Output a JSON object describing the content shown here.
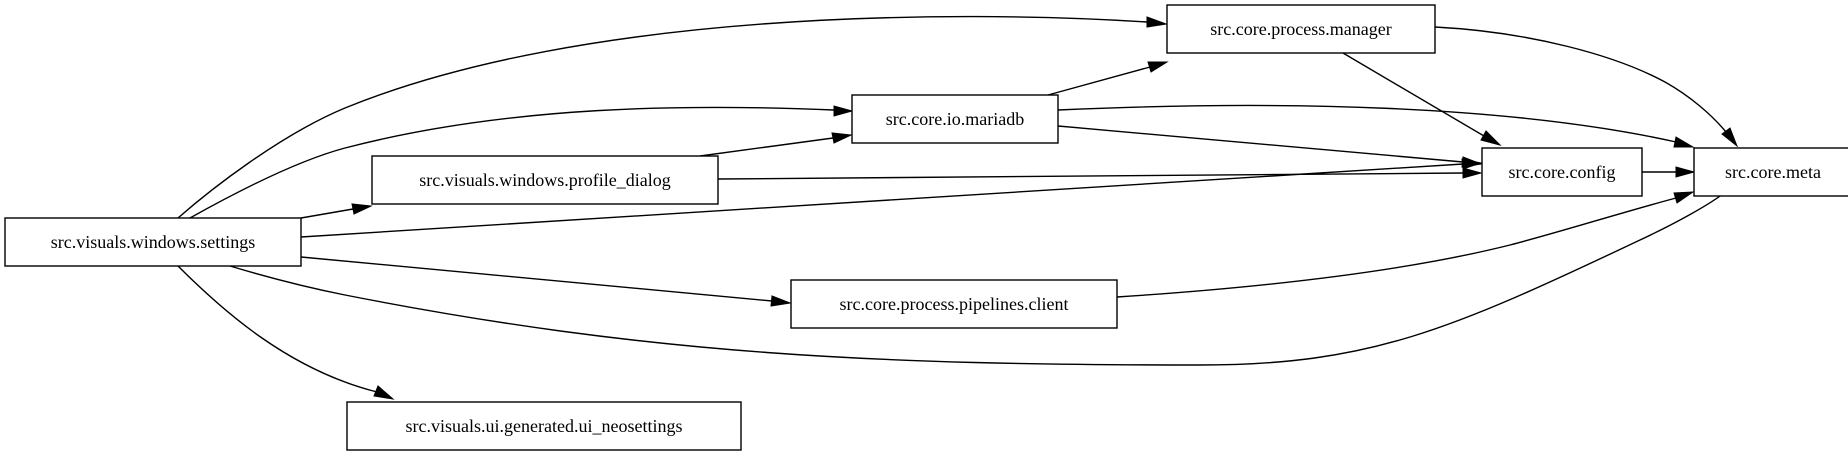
{
  "graph": {
    "nodes": [
      {
        "id": "settings",
        "label": "src.visuals.windows.settings"
      },
      {
        "id": "profile_dialog",
        "label": "src.visuals.windows.profile_dialog"
      },
      {
        "id": "ui_neosettings",
        "label": "src.visuals.ui.generated.ui_neosettings"
      },
      {
        "id": "mariadb",
        "label": "src.core.io.mariadb"
      },
      {
        "id": "process_manager",
        "label": "src.core.process.manager"
      },
      {
        "id": "pipelines_client",
        "label": "src.core.process.pipelines.client"
      },
      {
        "id": "config",
        "label": "src.core.config"
      },
      {
        "id": "meta",
        "label": "src.core.meta"
      }
    ],
    "edges": [
      {
        "id": "settings-process_manager",
        "from": "settings",
        "to": "process_manager"
      },
      {
        "id": "settings-mariadb",
        "from": "settings",
        "to": "mariadb"
      },
      {
        "id": "settings-profile_dialog",
        "from": "settings",
        "to": "profile_dialog"
      },
      {
        "id": "settings-config",
        "from": "settings",
        "to": "config"
      },
      {
        "id": "settings-pipelines_client",
        "from": "settings",
        "to": "pipelines_client"
      },
      {
        "id": "settings-meta",
        "from": "settings",
        "to": "meta"
      },
      {
        "id": "settings-ui_neosettings",
        "from": "settings",
        "to": "ui_neosettings"
      },
      {
        "id": "profile_dialog-mariadb",
        "from": "profile_dialog",
        "to": "mariadb"
      },
      {
        "id": "profile_dialog-config",
        "from": "profile_dialog",
        "to": "config"
      },
      {
        "id": "mariadb-process_manager",
        "from": "mariadb",
        "to": "process_manager"
      },
      {
        "id": "mariadb-config",
        "from": "mariadb",
        "to": "config"
      },
      {
        "id": "mariadb-meta",
        "from": "mariadb",
        "to": "meta"
      },
      {
        "id": "process_manager-config",
        "from": "process_manager",
        "to": "config"
      },
      {
        "id": "process_manager-meta",
        "from": "process_manager",
        "to": "meta"
      },
      {
        "id": "pipelines_client-meta",
        "from": "pipelines_client",
        "to": "meta"
      },
      {
        "id": "config-meta",
        "from": "config",
        "to": "meta"
      }
    ]
  }
}
